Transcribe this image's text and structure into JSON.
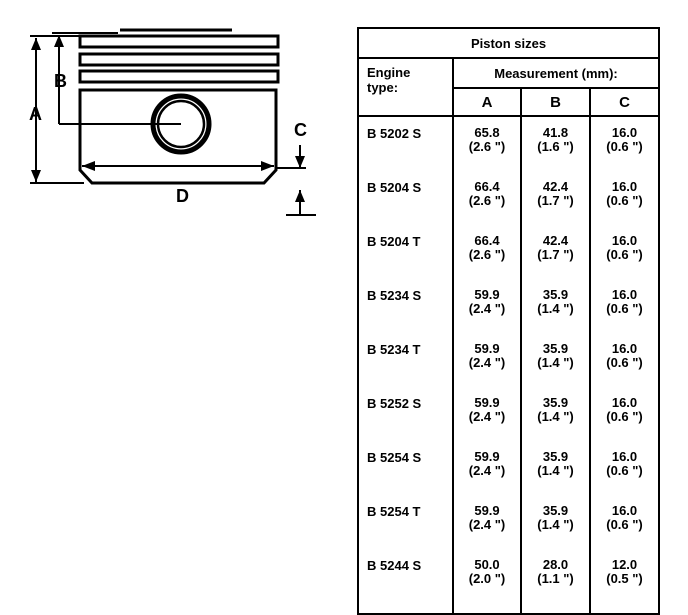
{
  "diagram": {
    "labels": {
      "a": "A",
      "b": "B",
      "c": "C",
      "d": "D"
    }
  },
  "table": {
    "caption": "Piston sizes",
    "measurement_header": "Measurement (mm):",
    "engine_header": [
      "Engine",
      "type:"
    ],
    "columns": [
      "A",
      "B",
      "C"
    ],
    "rows": [
      {
        "engine": "B 5202 S",
        "a": [
          "65.8",
          "(2.6 \")"
        ],
        "b": [
          "41.8",
          "(1.6 \")"
        ],
        "c": [
          "16.0",
          "(0.6 \")"
        ]
      },
      {
        "engine": "B 5204 S",
        "a": [
          "66.4",
          "(2.6 \")"
        ],
        "b": [
          "42.4",
          "(1.7 \")"
        ],
        "c": [
          "16.0",
          "(0.6 \")"
        ]
      },
      {
        "engine": "B 5204 T",
        "a": [
          "66.4",
          "(2.6 \")"
        ],
        "b": [
          "42.4",
          "(1.7 \")"
        ],
        "c": [
          "16.0",
          "(0.6 \")"
        ]
      },
      {
        "engine": "B 5234 S",
        "a": [
          "59.9",
          "(2.4 \")"
        ],
        "b": [
          "35.9",
          "(1.4 \")"
        ],
        "c": [
          "16.0",
          "(0.6 \")"
        ]
      },
      {
        "engine": "B 5234 T",
        "a": [
          "59.9",
          "(2.4 \")"
        ],
        "b": [
          "35.9",
          "(1.4 \")"
        ],
        "c": [
          "16.0",
          "(0.6 \")"
        ]
      },
      {
        "engine": "B 5252 S",
        "a": [
          "59.9",
          "(2.4 \")"
        ],
        "b": [
          "35.9",
          "(1.4 \")"
        ],
        "c": [
          "16.0",
          "(0.6 \")"
        ]
      },
      {
        "engine": "B 5254 S",
        "a": [
          "59.9",
          "(2.4 \")"
        ],
        "b": [
          "35.9",
          "(1.4 \")"
        ],
        "c": [
          "16.0",
          "(0.6 \")"
        ]
      },
      {
        "engine": "B 5254 T",
        "a": [
          "59.9",
          "(2.4 \")"
        ],
        "b": [
          "35.9",
          "(1.4 \")"
        ],
        "c": [
          "16.0",
          "(0.6 \")"
        ]
      },
      {
        "engine": "B 5244 S",
        "a": [
          "50.0",
          "(2.0 \")"
        ],
        "b": [
          "28.0",
          "(1.1 \")"
        ],
        "c": [
          "12.0",
          "(0.5 \")"
        ]
      }
    ]
  }
}
